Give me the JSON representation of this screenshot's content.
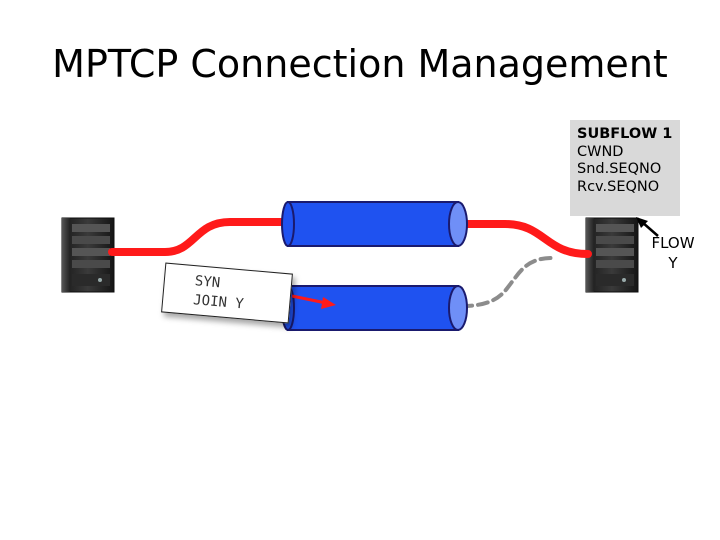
{
  "slide": {
    "title": "MPTCP Connection Management"
  },
  "subflow_state": {
    "header": "SUBFLOW 1",
    "fields": [
      "CWND",
      "Snd.SEQNO",
      "Rcv.SEQNO"
    ]
  },
  "flow_label": {
    "line1": "FLOW",
    "line2": "Y"
  },
  "syn_packet": {
    "line1": "SYN",
    "line2": "JOIN Y"
  },
  "colors": {
    "link_red": "#ff1a1a",
    "pipe_blue": "#1f52f0",
    "pipe_outline": "#1a1a6e",
    "pending_gray": "#8c8c8c",
    "state_box_bg": "#d9d9d9"
  },
  "icons": [
    "server-icon",
    "server-icon"
  ]
}
